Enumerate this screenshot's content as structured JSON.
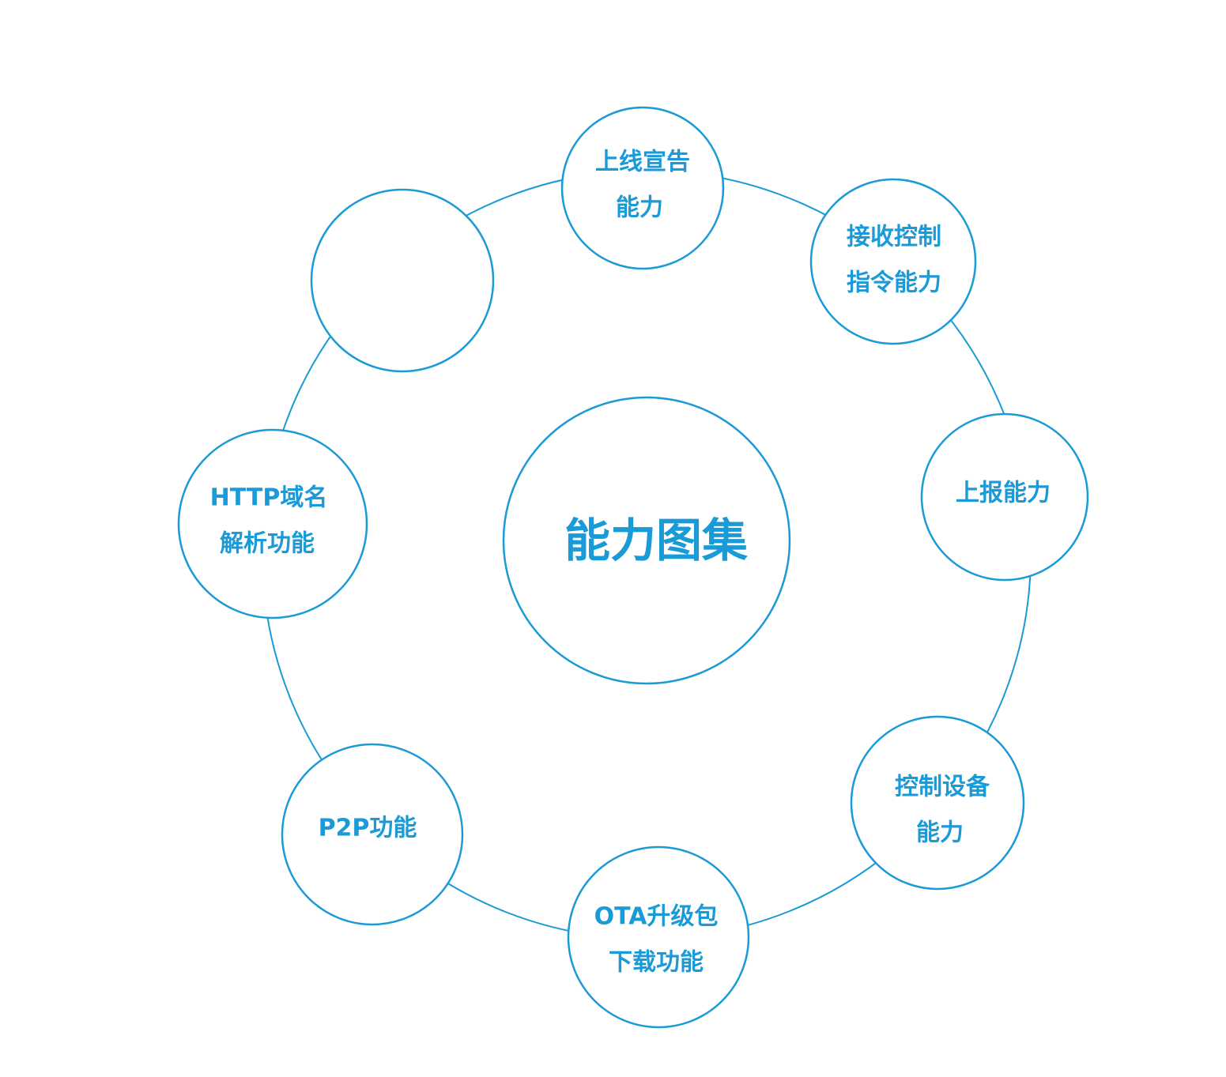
{
  "diagram": {
    "accent_color": "#1a9ad6",
    "center": {
      "lines": [
        "能力图集"
      ]
    },
    "nodes": [
      {
        "id": "online-announce",
        "lines": [
          "上线宣告",
          "能力"
        ]
      },
      {
        "id": "receive-control",
        "lines": [
          "接收控制",
          "指令能力"
        ]
      },
      {
        "id": "report",
        "lines": [
          "上报能力"
        ]
      },
      {
        "id": "control-device",
        "lines": [
          "控制设备",
          "能力"
        ]
      },
      {
        "id": "ota-download",
        "lines": [
          "OTA升级包",
          "下载功能"
        ]
      },
      {
        "id": "p2p",
        "lines": [
          "P2P功能"
        ]
      },
      {
        "id": "http-dns",
        "lines": [
          "HTTP域名",
          "解析功能"
        ]
      },
      {
        "id": "empty",
        "lines": []
      }
    ]
  }
}
